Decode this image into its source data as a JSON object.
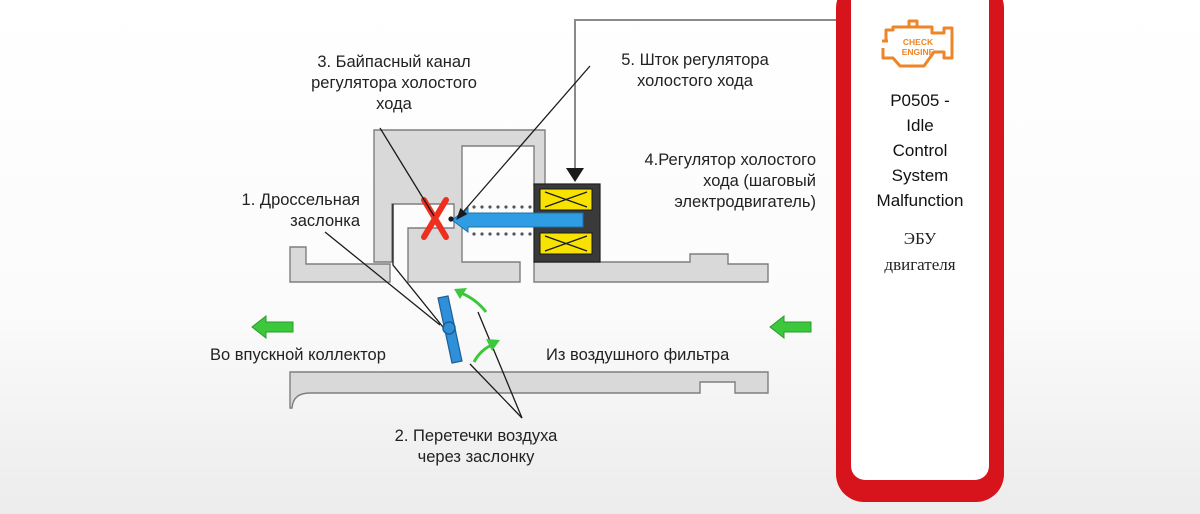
{
  "labels": {
    "bypass": "3. Байпасный канал\nрегулятора холостого\nхода",
    "stem": "5. Шток регулятора\nхолостого хода",
    "regulator": "4.Регулятор холостого\nхода (шаговый\nэлектродвигатель)",
    "throttle": "1. Дроссельная\nзаслонка",
    "intake": "Во впускной коллектор",
    "air_filter": "Из воздушного фильтра",
    "leak": "2. Перетечки воздуха\nчерез заслонку"
  },
  "ecu": {
    "badge_line1": "CHECK",
    "badge_line2": "ENGINE",
    "code": "P0505 -\nIdle\nControl\nSystem\nMalfunction",
    "name": "ЭБУ\nдвигателя"
  },
  "colors": {
    "ecu_red": "#d7141c",
    "housing_gray": "#d9d9d9",
    "outline_gray": "#7f7f7f",
    "flow_green": "#3cc83c",
    "stem_blue": "#2f9de4",
    "coil_yellow": "#f7e200",
    "cross_red": "#ee2f1f",
    "badge_orange": "#ee8528"
  },
  "icons": {
    "check_engine": "engine-icon",
    "cross": "cross-icon",
    "arrows": "arrow-icon"
  }
}
